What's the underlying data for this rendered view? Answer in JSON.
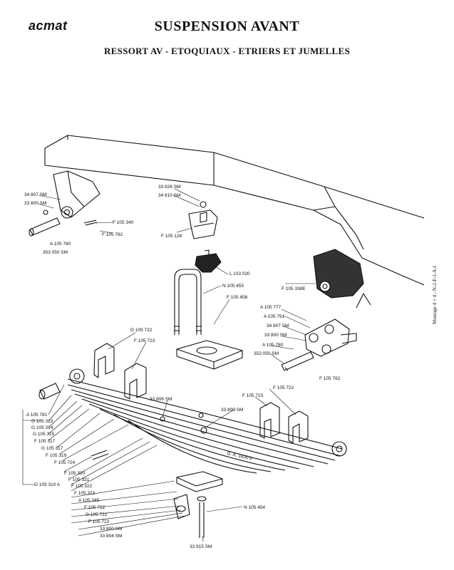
{
  "header": {
    "brand": "acmat",
    "title": "SUSPENSION AVANT",
    "subtitle": "RESSORT AV - ETOQUIAUX - ETRIERS ET JUMELLES"
  },
  "side_note": "Montage 4 × 4 - N-2-F-1-A-I",
  "labels": {
    "p34807sm_l": "34 807 SM",
    "p33800sm_l": "33 800 SM",
    "pF105340": "F 105 340",
    "pF105782_l": "F 105 782",
    "pA105780_l": "A 105 780",
    "p353050sm_l": "353 050 SM",
    "p33826sm": "33 826 SM",
    "p34810sm": "34 810 SM",
    "pF105128": "F 105 128",
    "pL103020": "L 103 020",
    "pN105455": "N 105 455",
    "pF105456": "F 105 456",
    "pF105338E": "F 105 338E",
    "pA105777": "A 105 777",
    "pA105791": "A 105 791",
    "p34807sm_r": "34 807 SM",
    "p33800sm_r": "33 800 SM",
    "pA105780_r": "A 105 780",
    "p353050sm_r": "353 050 SM",
    "pF105782_r": "F 105 782",
    "pG105722_t": "G 105 722",
    "pF105723_t": "F 105 723",
    "p33806sm": "33 806 SM",
    "pF105723_r": "F 105 723",
    "pF105722_r": "F 105 722",
    "p33800sm_m": "33 800 SM",
    "pA105781": "A 105 781",
    "pG105313": "G 105 313",
    "pG105314": "G 105 314",
    "pG105315": "G 105 315",
    "pF105317": "F 105 317",
    "pG105317": "G 105 317",
    "pF105319": "F 105 319",
    "pF105724": "F 105 724",
    "pF105320": "F 105 320",
    "pF105321": "F 105 321",
    "pF105322": "F 105 322",
    "pF105323": "F 105 323",
    "pG105310A": "G 105 310 A",
    "pA105345": "A 105 345",
    "pF105722_b": "F 105 722",
    "pG105722_b": "G 105 722",
    "pF105723_b": "F 105 723",
    "p33800sm_b": "33 800 SM",
    "p33804sm": "33 804 SM",
    "pN105454": "N 105 454",
    "p33915sm": "33 915 SM",
    "leaf_mark": "G. A. 1830 b"
  }
}
